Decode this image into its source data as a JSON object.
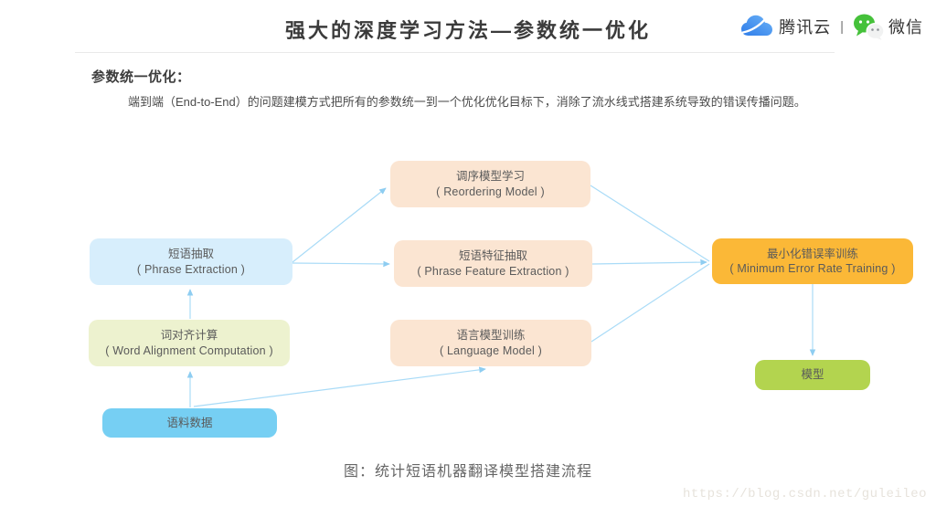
{
  "header": {
    "title": "强大的深度学习方法—参数统一优化",
    "brand": {
      "tencent_label": "腾讯云",
      "separator": "|",
      "wechat_label": "微信",
      "tencent_blue": "#3a8cee",
      "wechat_green": "#45c13a"
    }
  },
  "section": {
    "heading": "参数统一优化：",
    "paragraph": "端到端（End-to-End）的问题建模方式把所有的参数统一到一个优化优化目标下，消除了流水线式搭建系统导致的错误传播问题。"
  },
  "diagram": {
    "arrow_color": "#a9dbf7",
    "nodes": [
      {
        "id": "phrase-extraction",
        "zh": "短语抽取",
        "en": "( Phrase Extraction )",
        "color": "#d7eefc"
      },
      {
        "id": "reordering-model",
        "zh": "调序模型学习",
        "en": "( Reordering Model )",
        "color": "#fbe5d2"
      },
      {
        "id": "phrase-feature",
        "zh": "短语特征抽取",
        "en": "( Phrase Feature Extraction )",
        "color": "#fbe5d2"
      },
      {
        "id": "language-model",
        "zh": "语言模型训练",
        "en": "( Language Model )",
        "color": "#fbe5d2"
      },
      {
        "id": "word-alignment",
        "zh": "词对齐计算",
        "en": "( Word Alignment Computation )",
        "color": "#edf2cf"
      },
      {
        "id": "corpus-data",
        "zh": "语料数据",
        "en": "",
        "color": "#76cff3"
      },
      {
        "id": "min-error-rate-training",
        "zh": "最小化错误率训练",
        "en": "( Minimum Error Rate Training )",
        "color": "#fbb837"
      },
      {
        "id": "model",
        "zh": "模型",
        "en": "",
        "color": "#b3d44f"
      }
    ],
    "caption": "图：统计短语机器翻译模型搭建流程"
  },
  "watermark": "https://blog.csdn.net/guleileo"
}
